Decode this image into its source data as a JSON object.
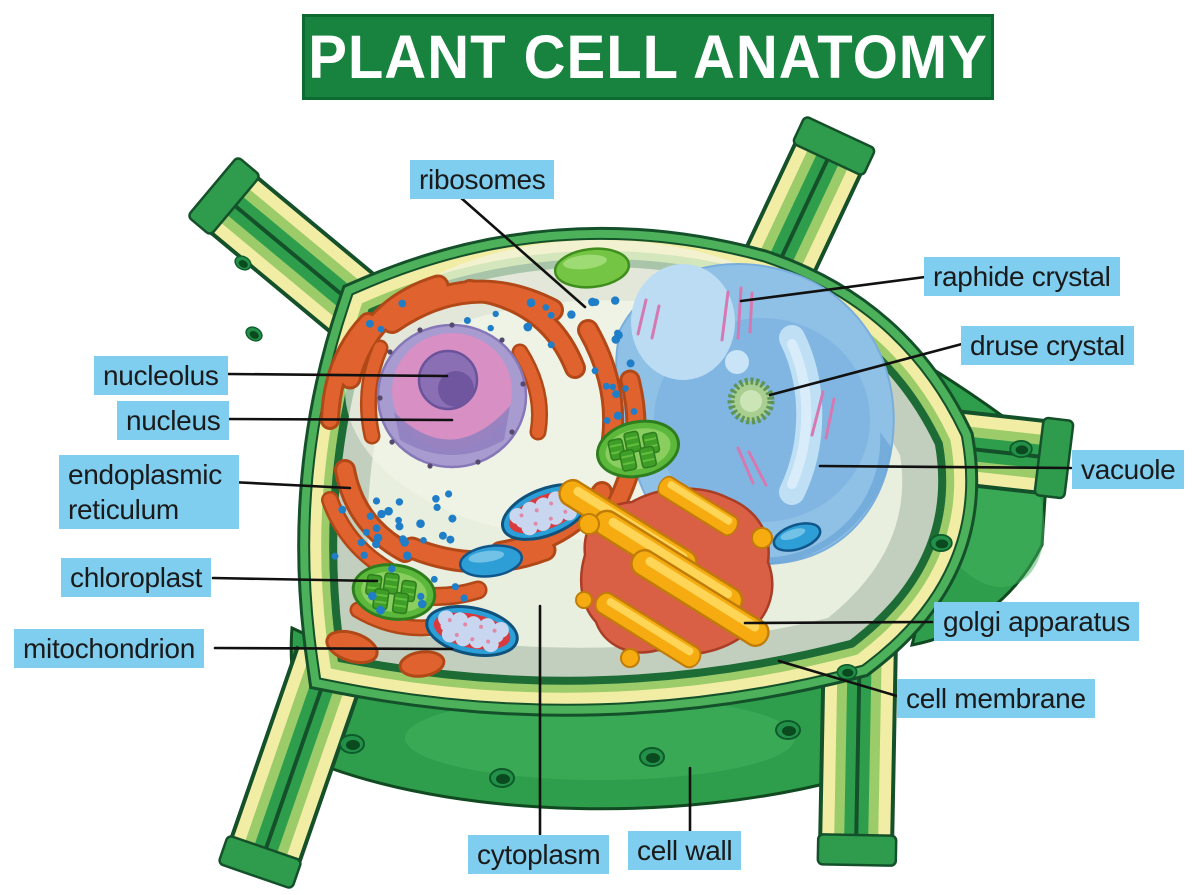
{
  "title": "PLANT CELL ANATOMY",
  "banner": {
    "bg": "#17833F",
    "text_color": "#FFFFFF"
  },
  "label_style": {
    "bg": "#7FCDEF",
    "text_color": "#1A1A1A"
  },
  "labels": [
    {
      "id": "ribosomes",
      "text": "ribosomes"
    },
    {
      "id": "raphide-crystal",
      "text": "raphide crystal"
    },
    {
      "id": "druse-crystal",
      "text": "druse crystal"
    },
    {
      "id": "vacuole",
      "text": "vacuole"
    },
    {
      "id": "nucleolus",
      "text": "nucleolus"
    },
    {
      "id": "nucleus",
      "text": "nucleus"
    },
    {
      "id": "endoplasmic-reticulum",
      "text": "endoplasmic reticulum"
    },
    {
      "id": "chloroplast",
      "text": "chloroplast"
    },
    {
      "id": "mitochondrion",
      "text": "mitochondrion"
    },
    {
      "id": "golgi-apparatus",
      "text": "golgi apparatus"
    },
    {
      "id": "cell-membrane",
      "text": "cell membrane"
    },
    {
      "id": "cytoplasm",
      "text": "cytoplasm"
    },
    {
      "id": "cell-wall",
      "text": "cell wall"
    }
  ],
  "diagram_colors": {
    "wall_outline": "#14512A",
    "wall_surface_green": "#4CB15A",
    "wall_yellow": "#F2EDA4",
    "wall_light_green": "#9CCB6A",
    "wall_inner_dark": "#1D6B35",
    "wall_face_green": "#2E9E4C",
    "cytoplasm_margin": "#C3CFBE",
    "cytoplasm_fill": "#E9EFDF",
    "er_orange": "#E0632F",
    "nucleus_pink": "#D78FC4",
    "nucleus_ring": "#A89BD0",
    "nucleolus_purple": "#8A6FB4",
    "vacuole_blue": "#8FC0E6",
    "raphide_pink": "#D678B2",
    "druse_green": "#A8CF8F",
    "chloroplast_green": "#5CB83B",
    "mitochondrion_blue": "#2B9FD8",
    "mitochondrion_red": "#D93A3E",
    "golgi_red": "#D95F45",
    "golgi_yellow": "#F6AC10",
    "ribosome_blue": "#1F7EC7",
    "line_black": "#111111"
  }
}
